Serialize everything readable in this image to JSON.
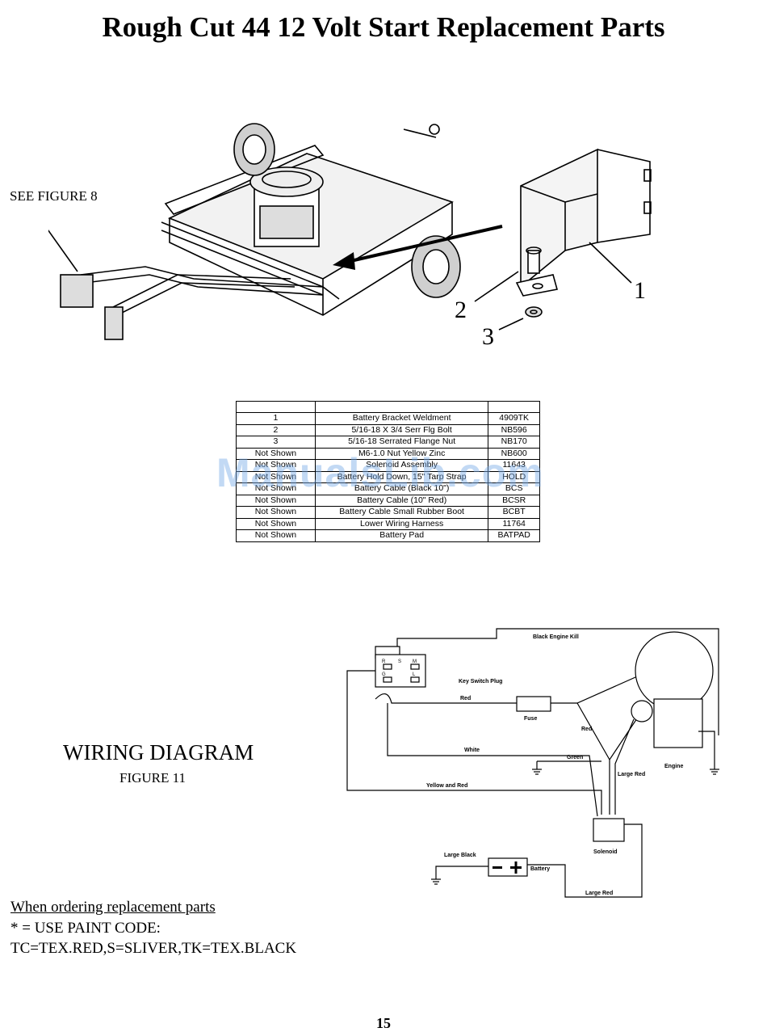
{
  "page": {
    "title": "Rough Cut 44 12 Volt Start Replacement Parts",
    "see_figure": "SEE FIGURE 8",
    "callouts": [
      "1",
      "2",
      "3"
    ],
    "page_number": "15"
  },
  "parts_table": {
    "headers": [
      "",
      "",
      ""
    ],
    "rows": [
      [
        "1",
        "Battery Bracket Weldment",
        "4909TK"
      ],
      [
        "2",
        "5/16-18 X 3/4 Serr Flg Bolt",
        "NB596"
      ],
      [
        "3",
        "5/16-18 Serrated Flange Nut",
        "NB170"
      ],
      [
        "Not Shown",
        "M6-1.0 Nut Yellow Zinc",
        "NB600"
      ],
      [
        "Not Shown",
        "Solenoid Assembly",
        "11643"
      ],
      [
        "Not Shown",
        "Battery Hold Down, 15\" Tarp Strap",
        "HOLD"
      ],
      [
        "Not Shown",
        "Battery Cable (Black 10\")",
        "BCS"
      ],
      [
        "Not Shown",
        "Battery Cable (10\" Red)",
        "BCSR"
      ],
      [
        "Not Shown",
        "Battery Cable Small Rubber Boot",
        "BCBT"
      ],
      [
        "Not Shown",
        "Lower Wiring Harness",
        "11764"
      ],
      [
        "Not Shown",
        "Battery Pad",
        "BATPAD"
      ]
    ]
  },
  "watermark": "ManualsLib.com",
  "wiring": {
    "title": "WIRING DIAGRAM",
    "figure": "FIGURE 11",
    "labels": {
      "engine_kill": "Black Engine Kill",
      "key_switch": "Key Switch Plug",
      "red1": "Red",
      "fuse": "Fuse",
      "red2": "Red",
      "white": "White",
      "green": "Green",
      "large_red1": "Large Red",
      "engine": "Engine",
      "yellow_red": "Yellow and Red",
      "solenoid": "Solenoid",
      "large_black": "Large Black",
      "battery": "Battery",
      "large_red2": "Large Red",
      "switch_r": "R",
      "switch_s": "S",
      "switch_m": "M",
      "switch_g": "G",
      "switch_l": "L"
    }
  },
  "notes": {
    "heading": "When ordering replacement parts",
    "line1": "* = USE PAINT CODE:",
    "line2": "TC=TEX.RED,S=SLIVER,TK=TEX.BLACK"
  }
}
